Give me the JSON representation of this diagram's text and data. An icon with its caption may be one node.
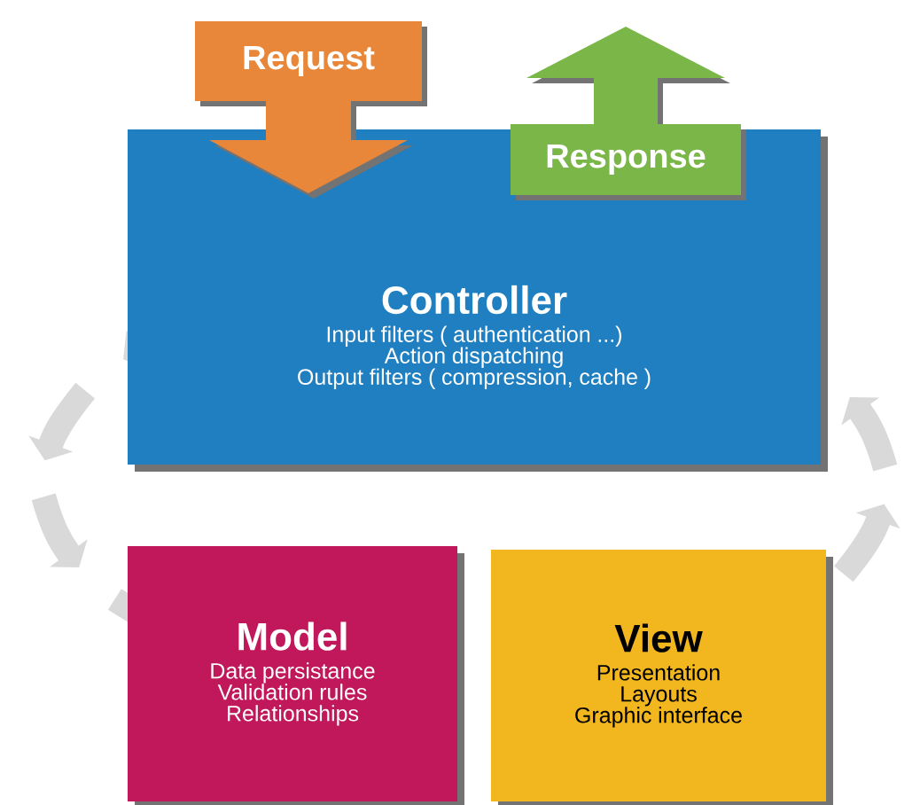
{
  "diagram": {
    "nodes": [
      {
        "text": [
          "Request"
        ]
      },
      {
        "text": [
          "Response"
        ]
      },
      {
        "text": [
          "Controller",
          "Input filters ( authentication ...)",
          "Action dispatching",
          "Output filters ( compression, cache )"
        ]
      },
      {
        "text": [
          "Model",
          "Data persistance",
          "Validation rules",
          "Relationships"
        ]
      },
      {
        "text": [
          "View",
          "Presentation",
          "Layouts",
          "Graphic interface"
        ]
      }
    ]
  }
}
